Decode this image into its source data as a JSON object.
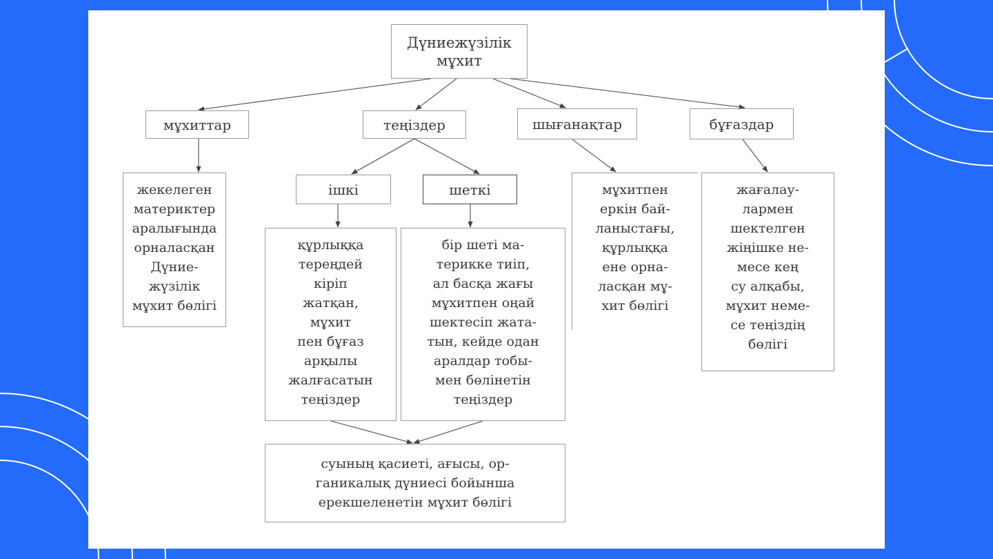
{
  "colors": {
    "background": "#256bfb",
    "panel": "#ffffff",
    "line": "#555555"
  },
  "diagram": {
    "root": "Дүниежүзілік\nмұхит",
    "categories": [
      "мұхиттар",
      "теңіздер",
      "шығанақтар",
      "бұғаздар"
    ],
    "sea_types": [
      "ішкі",
      "шеткі"
    ],
    "definitions": {
      "oceans": "жекелеген\nматериктер\nаралығында\nорналасқан\nДүние-\nжүзілік\nмұхит бөлігі",
      "inner_seas": "құрлыққа\nтереңдей\nкіріп\nжатқан,\nмұхит\nпен бұғаз\nарқылы\nжалғасатын\nтеңіздер",
      "marginal_seas": "бір шеті ма-\nтерикке тиіп,\nал басқа жағы\nмұхитпен оңай\nшектесіп жата-\nтын, кейде одан\nаралдар тобы-\nмен бөлінетін\nтеңіздер",
      "bays": "мұхитпен\nеркін бай-\nланыстағы,\nқұрлыққа\nене орна-\nласқан мұ-\nхит бөлігі",
      "straits": "жағалау-\nлармен\nшектелген\nжіңішке не-\nмесе кең\nсу алқабы,\nмұхит неме-\nсе теңіздің\nбөлігі",
      "seas_common": "суының қасиеті, ағысы, ор-\nганикалық дүниесі бойынша\nерекшеленетін мұхит бөлігі"
    }
  }
}
